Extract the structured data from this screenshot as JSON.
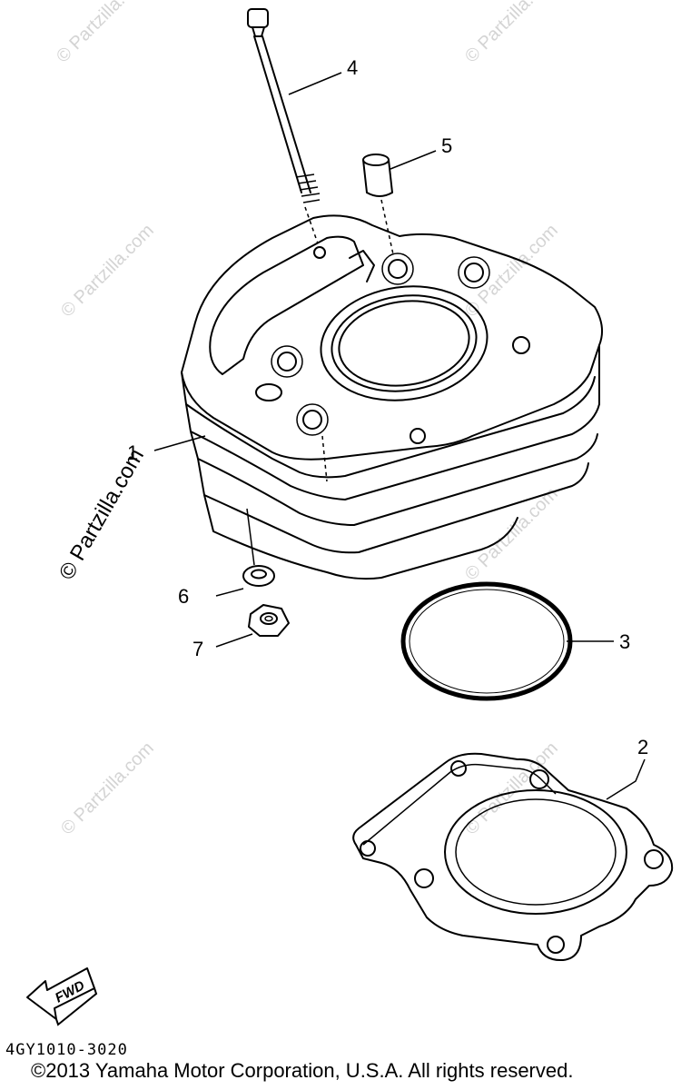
{
  "callouts": {
    "p1": "1",
    "p2": "2",
    "p3": "3",
    "p4": "4",
    "p5": "5",
    "p6": "6",
    "p7": "7"
  },
  "fwd_label": "FWD",
  "diagram_code": "4GY1010-3020",
  "copyright": "©2013  Yamaha Motor Corporation, U.S.A. All rights reserved.",
  "watermark": {
    "text": "© Partzilla.com",
    "color": "#d4d4d4"
  }
}
